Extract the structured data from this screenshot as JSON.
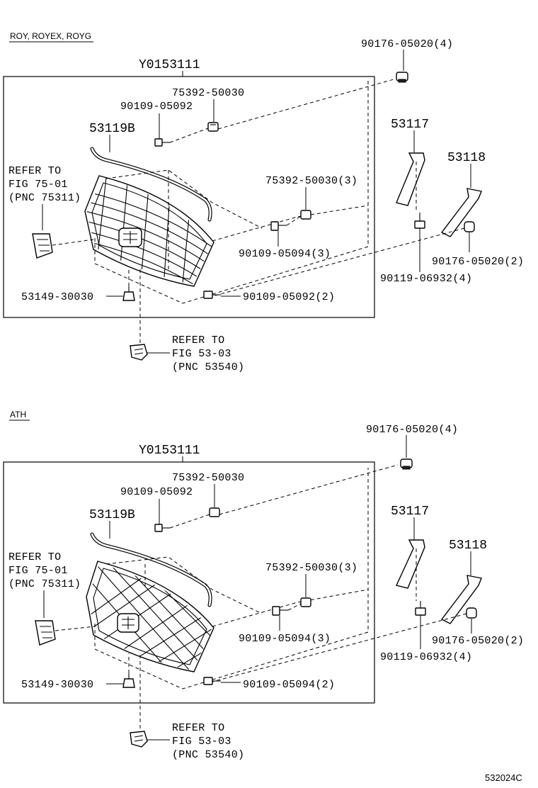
{
  "sections": [
    {
      "variant": "ROY, ROYEX, ROYG",
      "assembly": "Y0153111",
      "labels": {
        "clip_top": "90176-05020(4)",
        "nut_top": "75392-50030",
        "screw_top": "90109-05092",
        "molding": "53119B",
        "bracket_a": "53117",
        "bracket_b": "53118",
        "nut_mid": "75392-50030(3)",
        "screw_mid": "90109-05094(3)",
        "clip_right": "90176-05020(2)",
        "bolt_right": "90119-06932(4)",
        "screw_bottom": "90109-05092(2)",
        "retainer": "53149-30030"
      },
      "refer_left": [
        "REFER TO",
        "FIG 75-01",
        "(PNC 75311)"
      ],
      "refer_bottom": [
        "REFER TO",
        "FIG 53-03",
        "(PNC 53540)"
      ]
    },
    {
      "variant": "ATH",
      "assembly": "Y0153111",
      "labels": {
        "clip_top": "90176-05020(4)",
        "nut_top": "75392-50030",
        "screw_top": "90109-05092",
        "molding": "53119B",
        "bracket_a": "53117",
        "bracket_b": "53118",
        "nut_mid": "75392-50030(3)",
        "screw_mid": "90109-05094(3)",
        "clip_right": "90176-05020(2)",
        "bolt_right": "90119-06932(4)",
        "screw_bottom": "90109-05094(2)",
        "retainer": "53149-30030"
      },
      "refer_left": [
        "REFER TO",
        "FIG 75-01",
        "(PNC 75311)"
      ],
      "refer_bottom": [
        "REFER TO",
        "FIG 53-03",
        "(PNC 53540)"
      ]
    }
  ],
  "figure_code": "532024C"
}
